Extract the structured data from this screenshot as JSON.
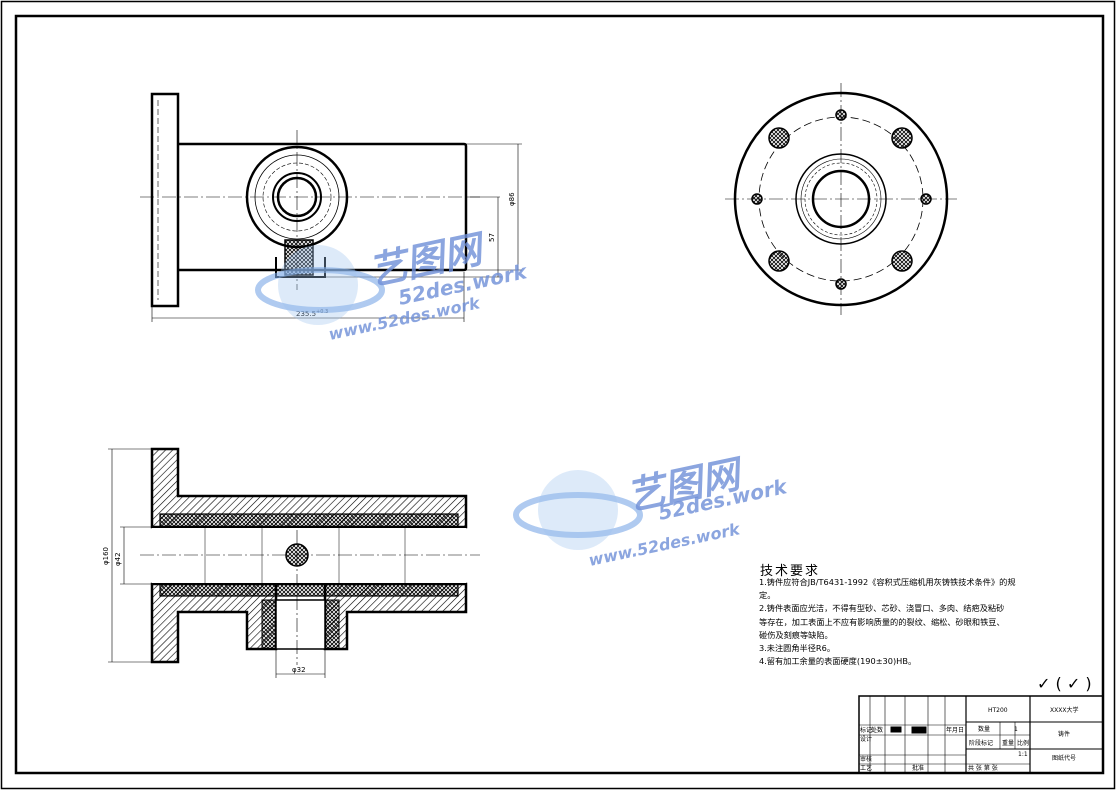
{
  "dimensions": {
    "length_top": "235.5",
    "length_tol": "+0.3\n-0.3",
    "dia_86": "φ86",
    "dim_57": "57",
    "dia_160": "φ160",
    "dia_42": "φ42",
    "dia_32": "φ32"
  },
  "tech_requirements": {
    "title": "技术要求",
    "lines": [
      "1.铸件应符合JB/T6431-1992《容积式压缩机用灰铸铁技术条件》的规",
      "定。",
      "2.铸件表面应光洁，不得有型砂、芯砂、浇冒口、多肉、结疤及粘砂",
      "等存在，加工表面上不应有影响质量的的裂纹、缩松、砂眼和铁豆、",
      "碰伤及刻痕等缺陷。",
      "3.未注圆角半径R6。",
      "4.留有加工余量的表面硬度(190±30)HB。"
    ]
  },
  "roughness_symbol": "✓ ( ✓ )",
  "title_block": {
    "material": "HT200",
    "school": "XXXX大学",
    "part_name": "铸件",
    "quantity_label": "数量",
    "quantity": "1",
    "stage_label": "阶段标记",
    "weight_label": "重量",
    "scale_label": "比例",
    "scale": "1:1",
    "drawing_no_label": "图纸代号",
    "sheets": "共   张   第   张",
    "designer_label": "设计",
    "checker_label": "审核",
    "process_label": "工艺",
    "approve_label": "批准",
    "mark_label": "标记",
    "count_label": "处数",
    "date_label": "年月日"
  },
  "watermark": {
    "brand": "艺图网",
    "url1": "52des.work",
    "url2": "www.52des.work"
  }
}
